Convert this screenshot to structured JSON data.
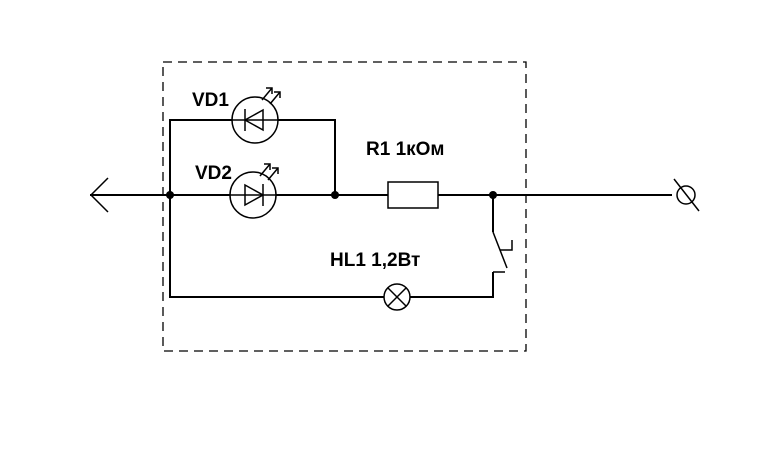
{
  "components": {
    "vd1": {
      "label": "VD1"
    },
    "vd2": {
      "label": "VD2"
    },
    "r1": {
      "label": "R1 1кОм"
    },
    "hl1": {
      "label": "HL1 1,2Вт"
    }
  },
  "icons": {
    "led": "led-icon",
    "lamp": "lamp-icon",
    "switch": "switch-icon",
    "plug": "plug-icon",
    "socket": "socket-icon"
  },
  "colors": {
    "line": "#000000",
    "background": "#ffffff"
  }
}
